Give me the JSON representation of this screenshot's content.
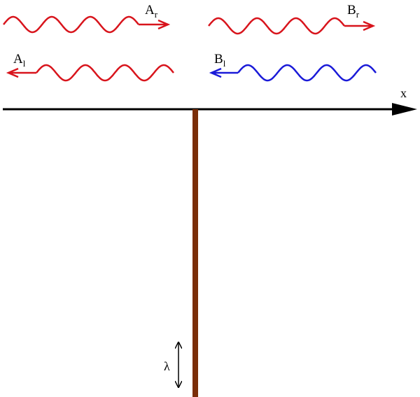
{
  "colors": {
    "red": "#d8141c",
    "blue": "#1a1ad8",
    "wall": "#7a2e08",
    "axis": "#000000"
  },
  "labels": {
    "a_r": {
      "main": "A",
      "sub": "r"
    },
    "b_r": {
      "main": "B",
      "sub": "r"
    },
    "a_l": {
      "main": "A",
      "sub": "l"
    },
    "b_l": {
      "main": "B",
      "sub": "l"
    },
    "axis": "x",
    "wavelength": "λ"
  }
}
